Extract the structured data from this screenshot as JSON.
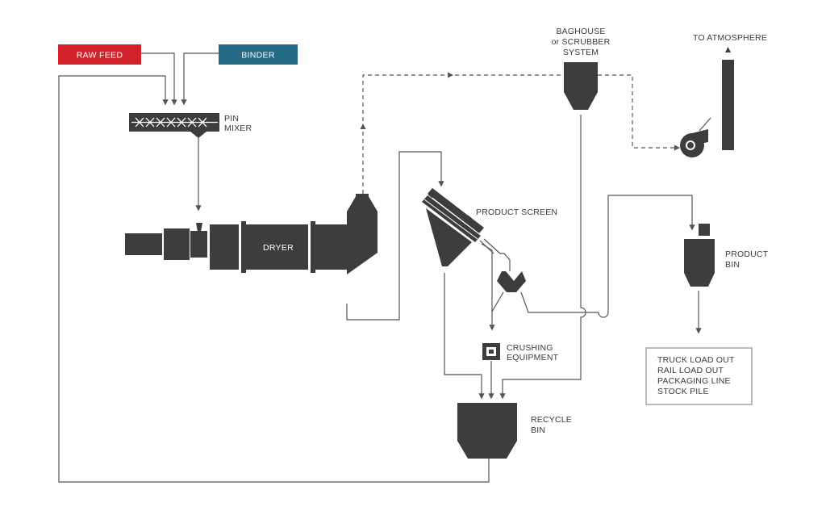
{
  "colors": {
    "raw_feed": "#d2232a",
    "binder": "#256b86",
    "equipment": "#3d3d3d",
    "line": "#555555"
  },
  "inputs": {
    "raw_feed": "RAW FEED",
    "binder": "BINDER"
  },
  "labels": {
    "pin_mixer": [
      "PIN",
      "MIXER"
    ],
    "dryer": "DRYER",
    "baghouse": [
      "BAGHOUSE",
      "or SCRUBBER",
      "SYSTEM"
    ],
    "to_atmosphere": "TO ATMOSPHERE",
    "product_screen": "PRODUCT SCREEN",
    "crushing": [
      "CRUSHING",
      "EQUIPMENT"
    ],
    "recycle_bin": [
      "RECYCLE",
      "BIN"
    ],
    "product_bin": [
      "PRODUCT",
      "BIN"
    ]
  },
  "outputs": [
    "TRUCK LOAD OUT",
    "RAIL LOAD OUT",
    "PACKAGING LINE",
    "STOCK PILE"
  ]
}
